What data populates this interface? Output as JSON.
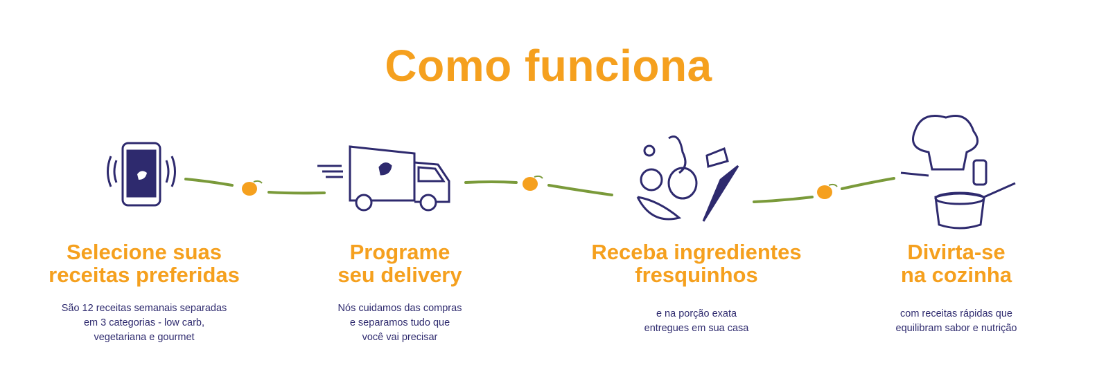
{
  "title": "Como funciona",
  "colors": {
    "accent": "#f5a01e",
    "text": "#2e2a6e",
    "line": "#7a9a3a"
  },
  "steps": [
    {
      "icon": "smartphone-icon",
      "heading": [
        "Selecione suas",
        "receitas preferidas"
      ],
      "description": [
        "São 12 receitas semanais separadas",
        "em 3 categorias - low carb,",
        "vegetariana e gourmet"
      ]
    },
    {
      "icon": "delivery-truck-icon",
      "heading": [
        "Programe",
        "seu delivery"
      ],
      "description": [
        "Nós cuidamos das compras",
        "e separamos tudo que",
        "você vai precisar"
      ]
    },
    {
      "icon": "vegetables-icon",
      "heading": [
        "Receba ingredientes",
        "fresquinhos"
      ],
      "description": [
        "e na porção exata",
        "entregues em sua casa"
      ]
    },
    {
      "icon": "chef-cooking-icon",
      "heading": [
        "Divirta-se",
        "na cozinha"
      ],
      "description": [
        "com receitas rápidas que",
        "equilibram sabor e nutrição"
      ]
    }
  ]
}
